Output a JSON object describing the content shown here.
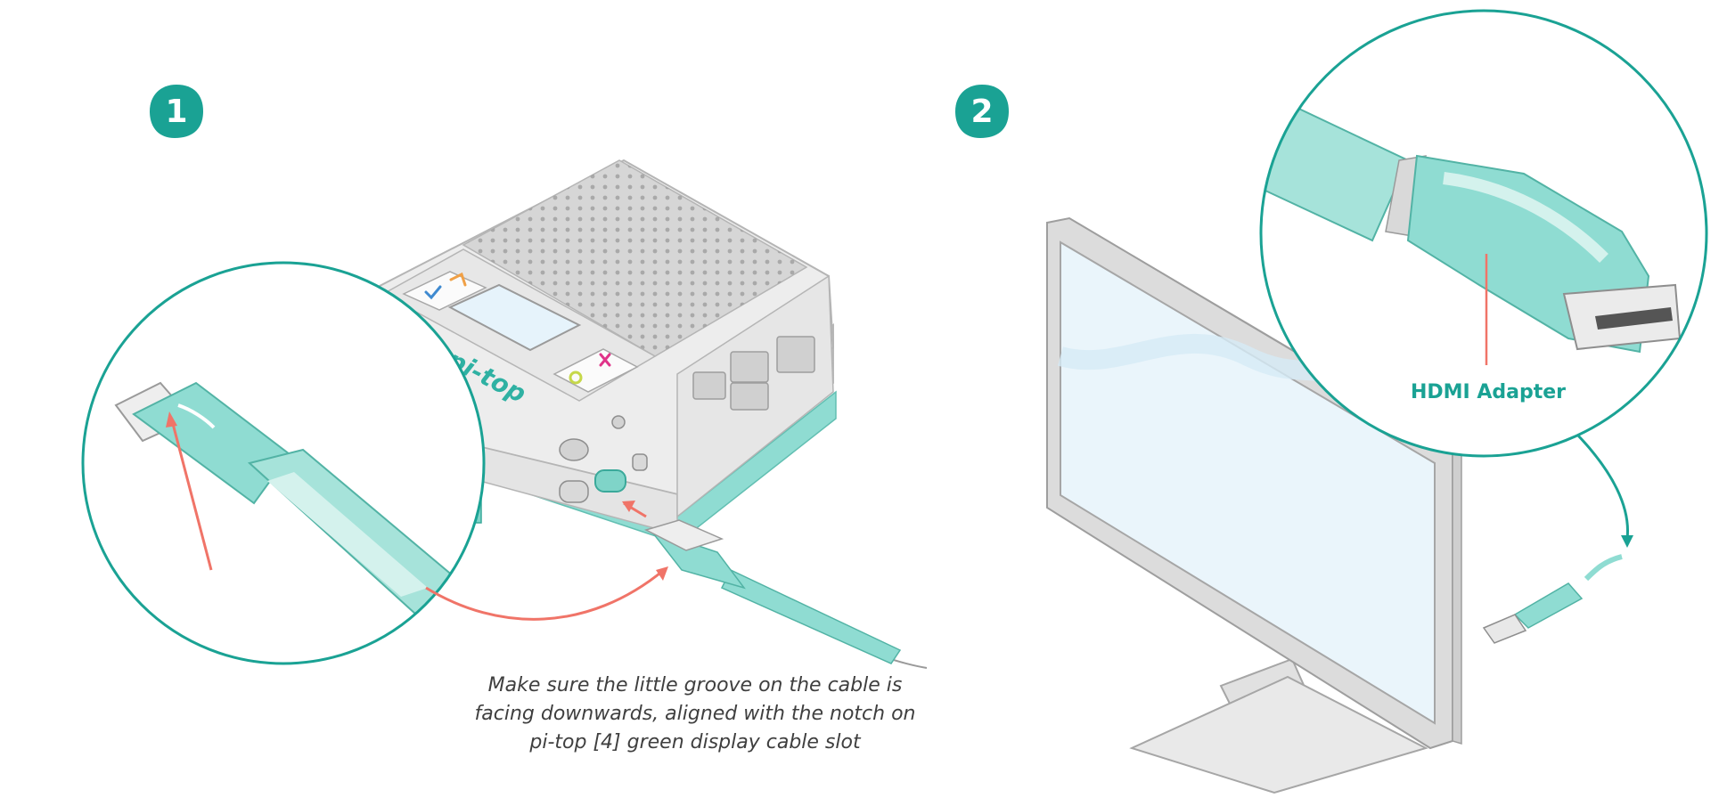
{
  "steps": [
    {
      "number": "1"
    },
    {
      "number": "2"
    }
  ],
  "device": {
    "brand_label": "pi-top"
  },
  "step1": {
    "caption_lines": [
      "Make sure the little groove on the cable is",
      "facing downwards, aligned with the notch on",
      "pi-top [4] green display cable slot"
    ]
  },
  "step2": {
    "callout_label": "HDMI Adapter"
  },
  "colors": {
    "accent_teal": "#1aa294",
    "cable_mint": "#8fdcd2",
    "arrow_coral": "#f07468",
    "device_gray": "#ededed",
    "text_gray": "#3f3f3f"
  },
  "icons": [
    "check-icon",
    "chevron-up-icon",
    "cross-icon",
    "circle-icon"
  ]
}
